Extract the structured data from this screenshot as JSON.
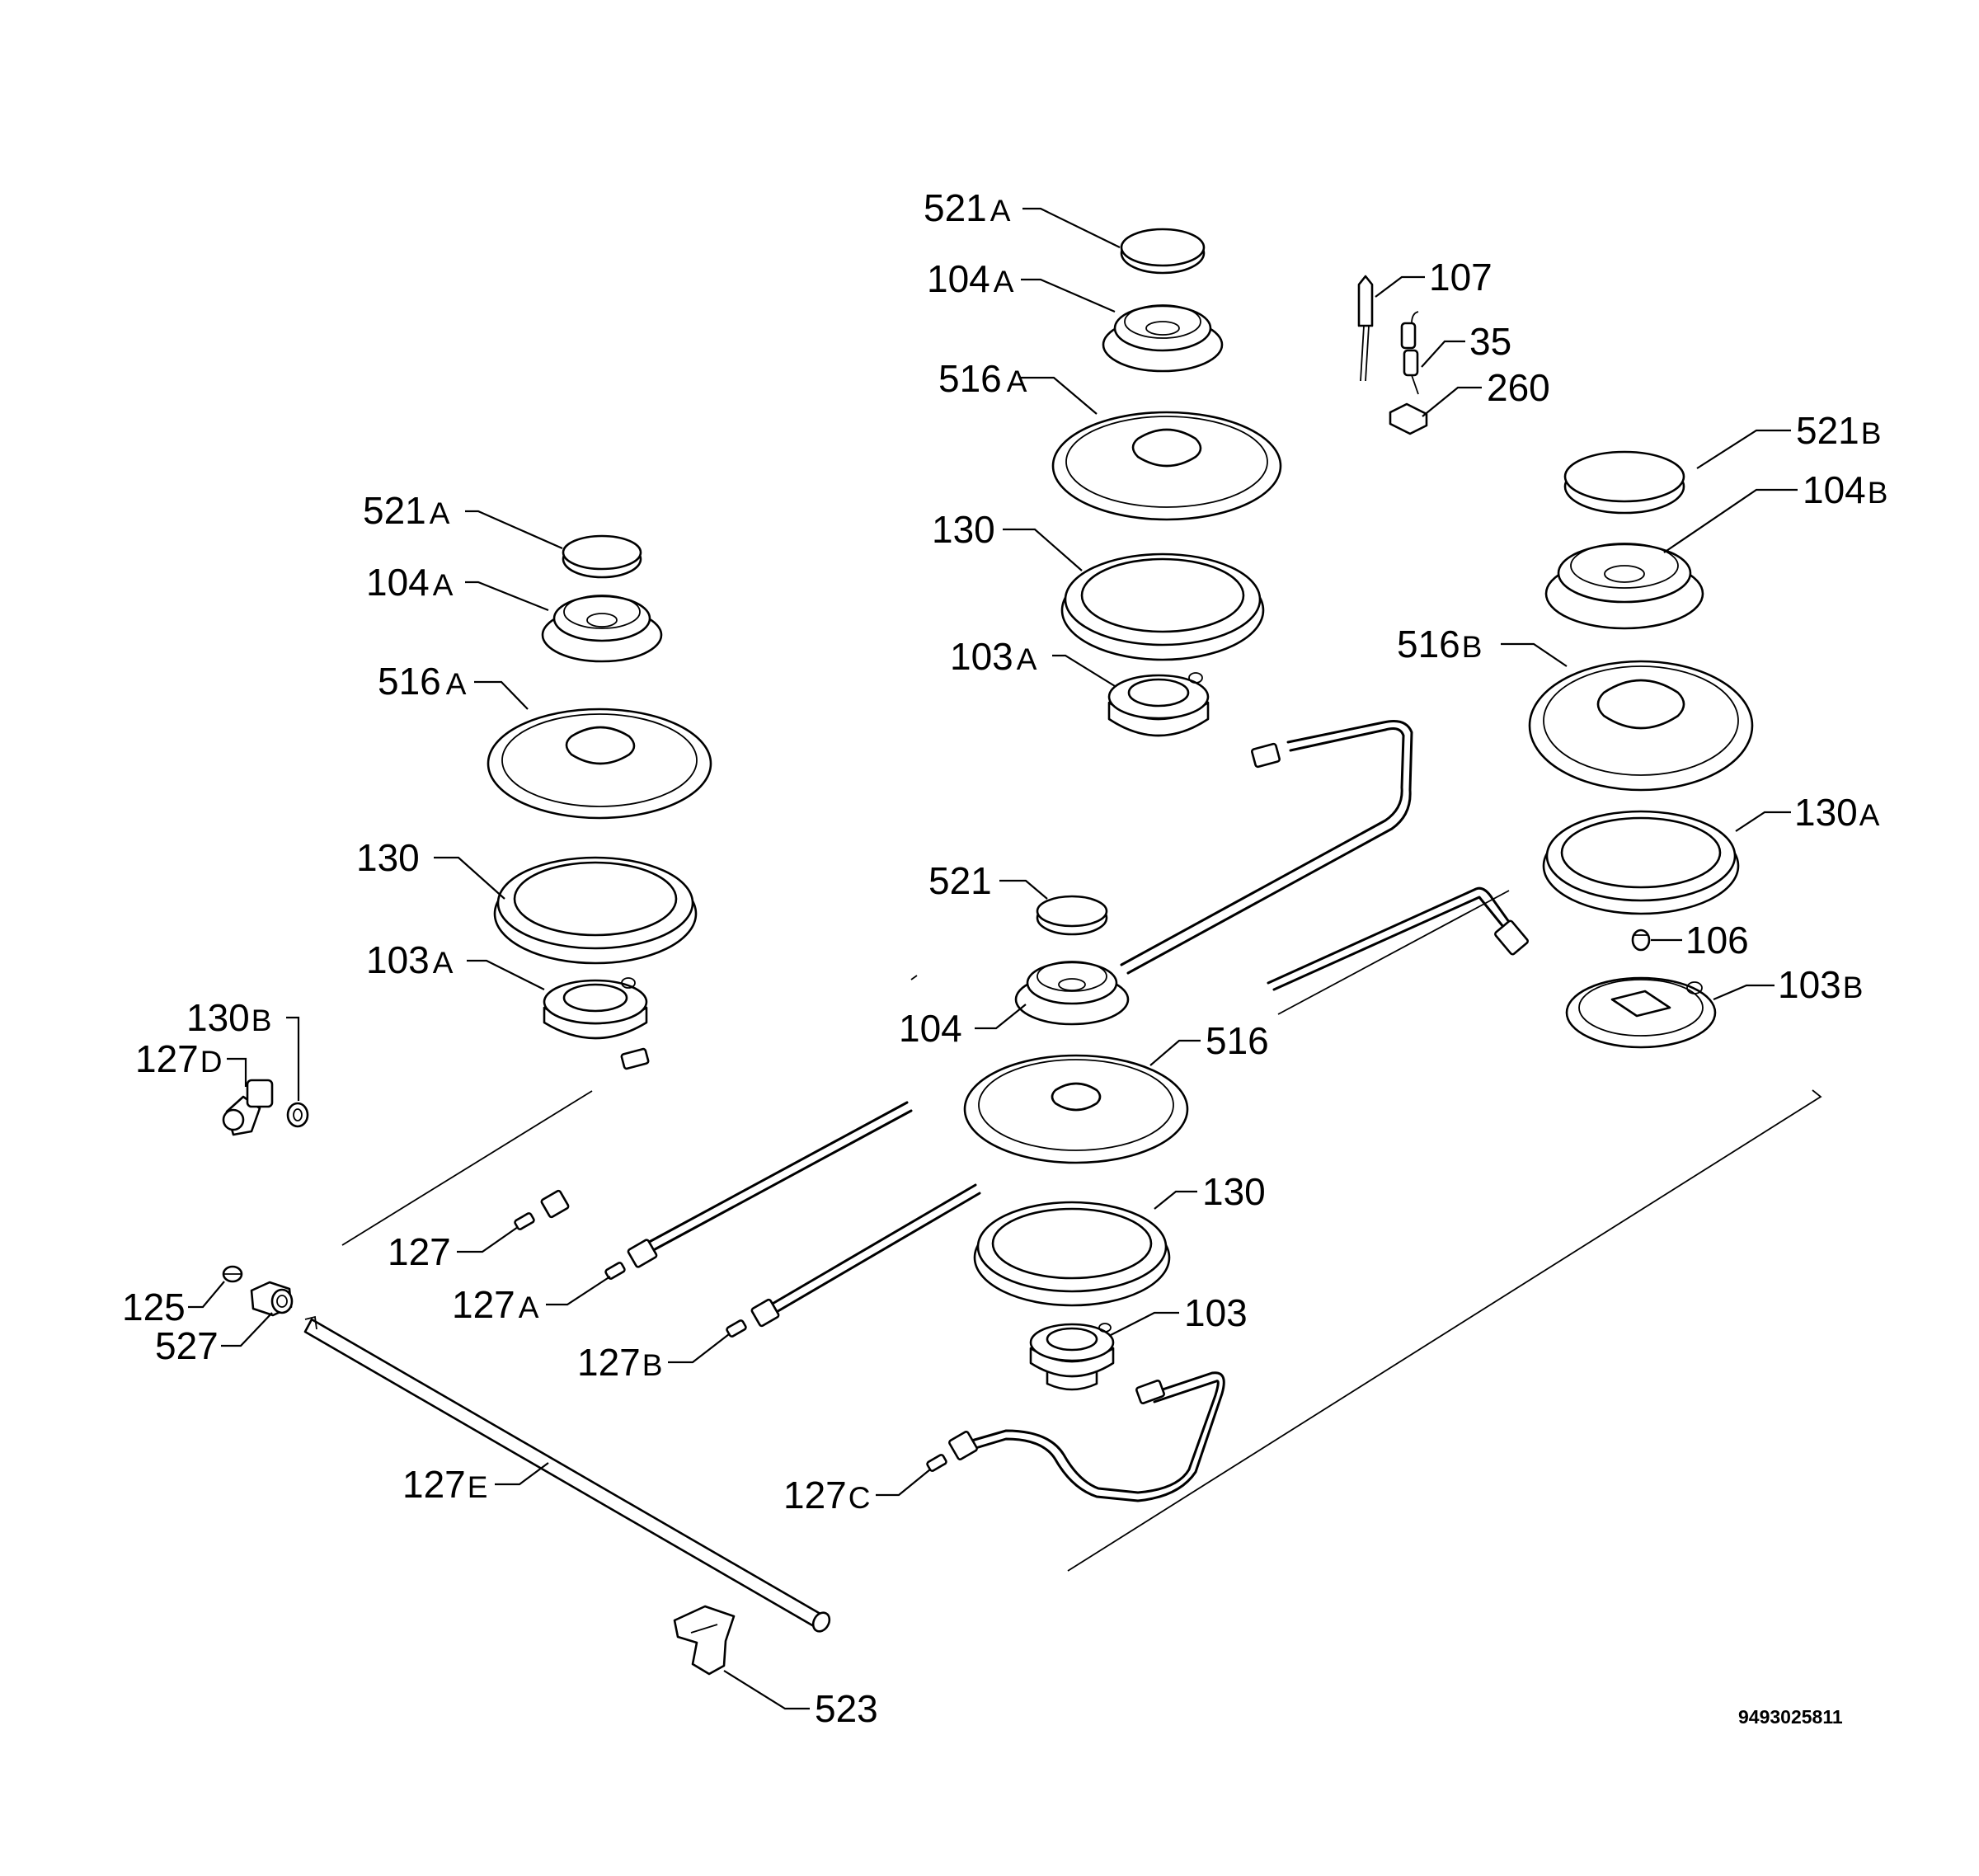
{
  "document_id": "9493025811",
  "labels": {
    "burner_top": {
      "cap_521a": {
        "num": "521",
        "sfx": "A"
      },
      "crown_104a": {
        "num": "104",
        "sfx": "A"
      },
      "spreader_516a": {
        "num": "516",
        "sfx": "A"
      },
      "ring_130": {
        "num": "130",
        "sfx": ""
      },
      "base_103a": {
        "num": "103",
        "sfx": "A"
      }
    },
    "burner_left": {
      "cap_521a": {
        "num": "521",
        "sfx": "A"
      },
      "crown_104a": {
        "num": "104",
        "sfx": "A"
      },
      "spreader_516a": {
        "num": "516",
        "sfx": "A"
      },
      "ring_130": {
        "num": "130",
        "sfx": ""
      },
      "base_103a": {
        "num": "103",
        "sfx": "A"
      }
    },
    "burner_right": {
      "cap_521b": {
        "num": "521",
        "sfx": "B"
      },
      "crown_104b": {
        "num": "104",
        "sfx": "B"
      },
      "spreader_516b": {
        "num": "516",
        "sfx": "B"
      },
      "ring_130a": {
        "num": "130",
        "sfx": "A"
      },
      "injector_106": {
        "num": "106",
        "sfx": ""
      },
      "base_103b": {
        "num": "103",
        "sfx": "B"
      }
    },
    "burner_center": {
      "cap_521": {
        "num": "521",
        "sfx": ""
      },
      "crown_104": {
        "num": "104",
        "sfx": ""
      },
      "spreader_516": {
        "num": "516",
        "sfx": ""
      },
      "ring_130": {
        "num": "130",
        "sfx": ""
      },
      "base_103": {
        "num": "103",
        "sfx": ""
      }
    },
    "ignition": {
      "thermocouple_107": {
        "num": "107",
        "sfx": ""
      },
      "electrode_35": {
        "num": "35",
        "sfx": ""
      },
      "clip_260": {
        "num": "260",
        "sfx": ""
      }
    },
    "pipes": {
      "pipe_127": {
        "num": "127",
        "sfx": ""
      },
      "pipe_127a": {
        "num": "127",
        "sfx": "A"
      },
      "pipe_127b": {
        "num": "127",
        "sfx": "B"
      },
      "pipe_127c": {
        "num": "127",
        "sfx": "C"
      },
      "manifold_127e": {
        "num": "127",
        "sfx": "E"
      }
    },
    "fittings": {
      "seal_130b": {
        "num": "130",
        "sfx": "B"
      },
      "elbow_127d": {
        "num": "127",
        "sfx": "D"
      },
      "nozzle_125": {
        "num": "125",
        "sfx": ""
      },
      "nut_527": {
        "num": "527",
        "sfx": ""
      },
      "bracket_523": {
        "num": "523",
        "sfx": ""
      }
    }
  }
}
